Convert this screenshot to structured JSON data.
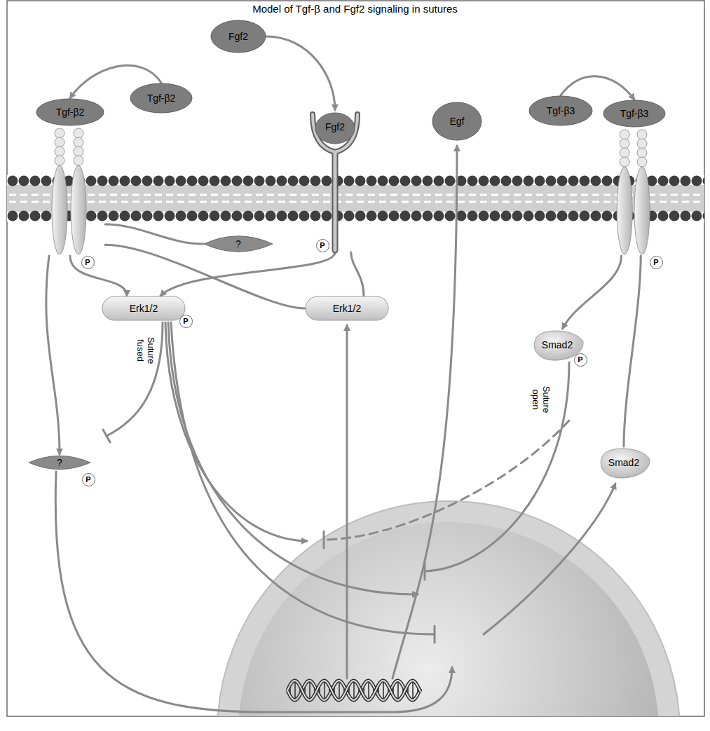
{
  "diagram": {
    "title": "Model of Tgf-β and Fgf2 signaling in sutures",
    "nodes": [
      {
        "text": [
          "Tgf-β2"
        ]
      },
      {
        "text": [
          "Tgf-β2"
        ]
      },
      {
        "text": [
          "Fgf2"
        ]
      },
      {
        "text": [
          "Fgf2"
        ]
      },
      {
        "text": [
          "Egf"
        ]
      },
      {
        "text": [
          "Tgf-β3"
        ]
      },
      {
        "text": [
          "Tgf-β3"
        ]
      },
      {
        "text": [
          "?"
        ]
      },
      {
        "text": [
          "Erk1/2"
        ]
      },
      {
        "text": [
          "Erk1/2"
        ]
      },
      {
        "text": [
          "Smad2"
        ]
      },
      {
        "text": [
          "Smad2"
        ]
      },
      {
        "text": [
          "?"
        ]
      }
    ],
    "edges": [
      {
        "from": 0,
        "to": 1,
        "arrow": "to"
      },
      {
        "from": 2,
        "to": 3,
        "arrow": "to"
      },
      {
        "from": 5,
        "to": 6,
        "arrow": "to"
      },
      {
        "from": 1,
        "to": 8,
        "arrow": "to"
      },
      {
        "from": 3,
        "to": 8,
        "arrow": "to"
      },
      {
        "from": 1,
        "to": 7,
        "arrow": "none"
      },
      {
        "from": 1,
        "to": 12,
        "arrow": "to"
      },
      {
        "from": 9,
        "to": 1,
        "arrow": "none"
      },
      {
        "from": 9,
        "to": 3,
        "arrow": "none"
      },
      {
        "from": 6,
        "to": 10,
        "arrow": "to"
      },
      {
        "from": 11,
        "to": 6,
        "arrow": "none"
      }
    ],
    "labels": [
      "P",
      "P",
      "P",
      "P",
      "P",
      "P",
      "Suture fused",
      "Suture open"
    ]
  }
}
